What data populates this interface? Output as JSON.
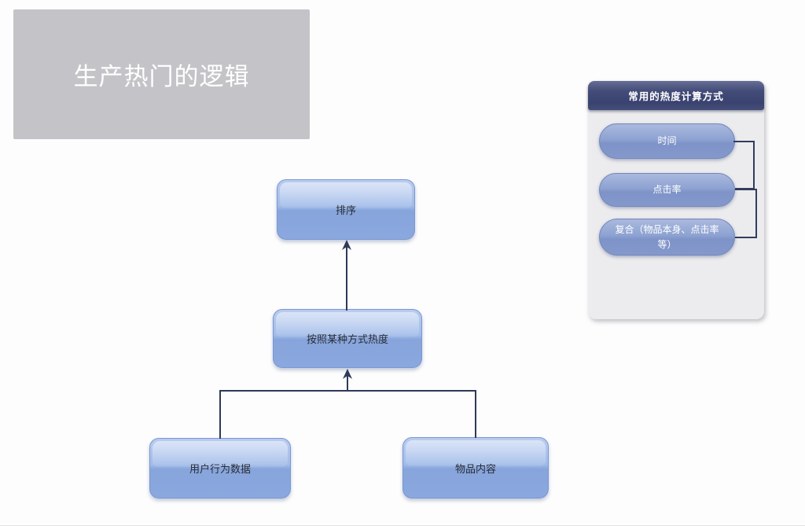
{
  "title_block": {
    "label": "生产热门的逻辑"
  },
  "flowchart": {
    "nodes": [
      {
        "name": "sort",
        "label": "排序"
      },
      {
        "name": "heat-method",
        "label": "按照某种方式热度"
      },
      {
        "name": "user-behavior-data",
        "label": "用户行为数据"
      },
      {
        "name": "item-content",
        "label": "物品内容"
      }
    ],
    "flow_description": "用户行为数据 + 物品内容 -> 按照某种方式热度 -> 排序"
  },
  "panel": {
    "title": "常用的热度计算方式",
    "items": [
      {
        "label": "时间"
      },
      {
        "label": "点击率"
      },
      {
        "label": "复合（物品本身、点击率等）"
      }
    ]
  },
  "colors": {
    "canvas_bg": "#fdfdfd",
    "title_block_bg": "#c4c4c8",
    "title_text": "#ffffff",
    "node_fill_top": "#b9ccf0",
    "node_fill_bottom": "#87a5dc",
    "node_border": "#7b97d0",
    "node_text": "#282c34",
    "pill_fill_top": "#aab9de",
    "pill_fill_bottom": "#7e93c8",
    "pill_text": "#ffffff",
    "panel_header_bg": "#3d4672",
    "panel_header_text": "#ffffff",
    "panel_body_bg": "#ececee",
    "connector": "#2e3a59"
  }
}
